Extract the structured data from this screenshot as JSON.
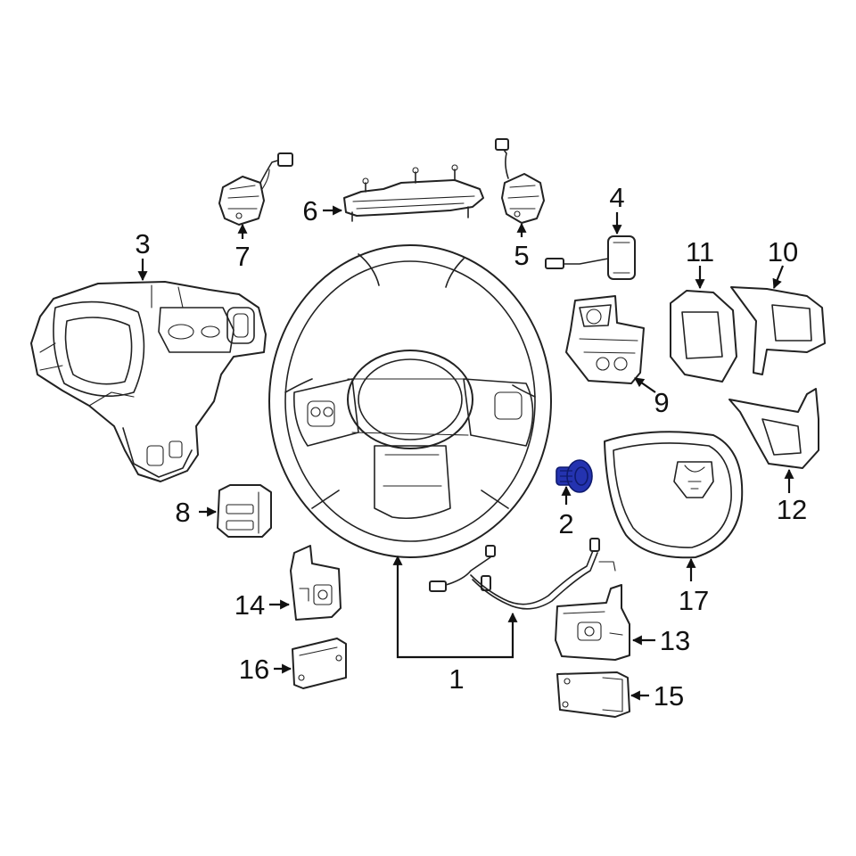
{
  "colors": {
    "line": "#222222",
    "highlight": "#2433b0",
    "highlight_dark": "#0e1a6e",
    "background": "#ffffff"
  },
  "callouts": {
    "c1": "1",
    "c2": "2",
    "c3": "3",
    "c4": "4",
    "c5": "5",
    "c6": "6",
    "c7": "7",
    "c8": "8",
    "c9": "9",
    "c10": "10",
    "c11": "11",
    "c12": "12",
    "c13": "13",
    "c14": "14",
    "c15": "15",
    "c16": "16",
    "c17": "17"
  },
  "highlighted_part": "2"
}
